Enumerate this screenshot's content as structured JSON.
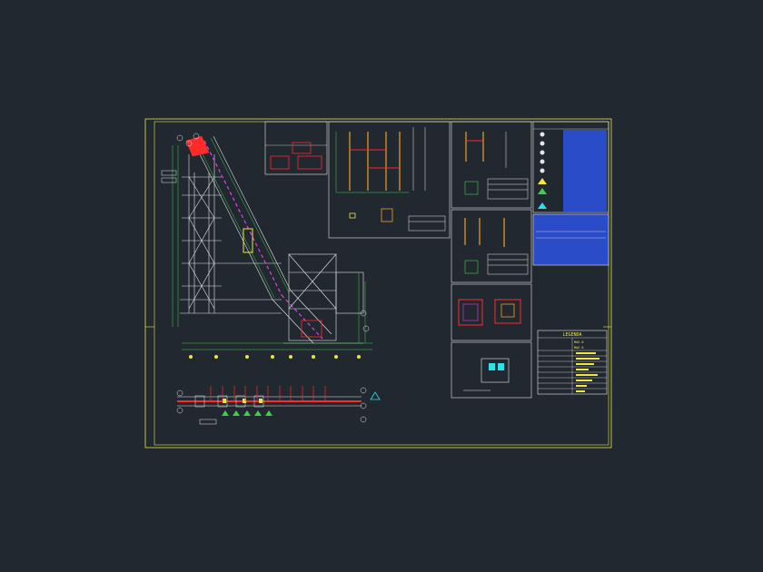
{
  "sheet": {
    "background": "#212830",
    "frame_color": "#e8e84a",
    "colors": {
      "white": "#e6e6e6",
      "green": "#3ed04a",
      "red": "#ff2a2a",
      "magenta": "#e040e0",
      "yellow": "#f0e640",
      "cyan": "#30e0e8",
      "blue": "#2a4cc8",
      "orange": "#f0a020"
    }
  },
  "labels": {
    "legend_title": "LEGENDA",
    "legend_line_1": "MAG 6",
    "legend_line_2": "MAG 6"
  }
}
